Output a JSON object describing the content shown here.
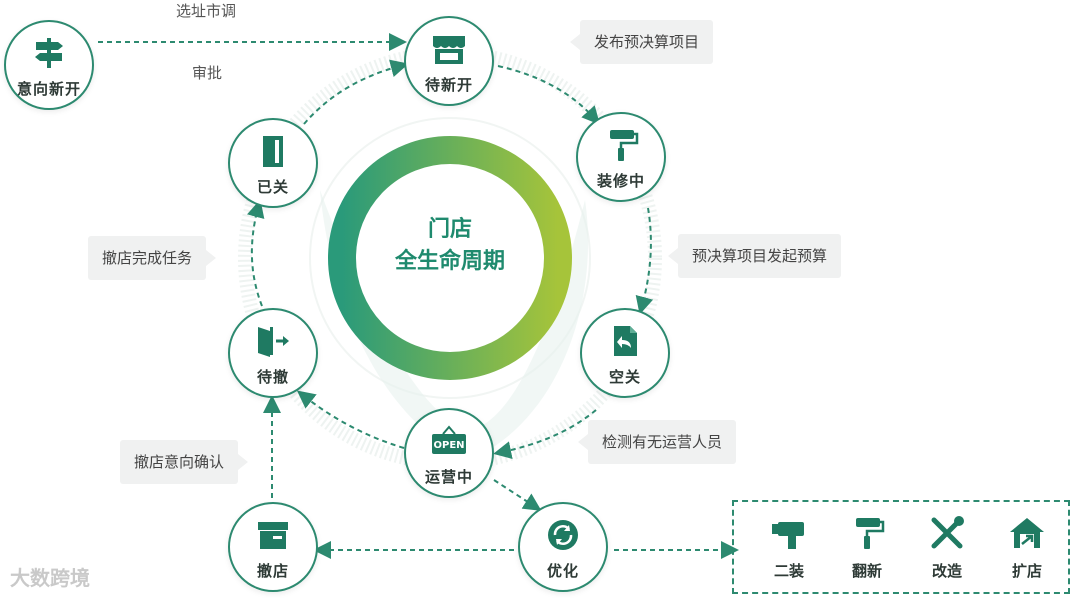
{
  "center": {
    "line1": "门店",
    "line2": "全生命周期"
  },
  "nodes": {
    "yixiang": "意向新开",
    "daixinkai": "待新开",
    "zhuangxiu": "装修中",
    "kongguan": "空关",
    "yunying": "运营中",
    "youhua": "优化",
    "chedian": "撤店",
    "daiche": "待撤",
    "yiguan": "已关"
  },
  "labels": {
    "xuanzhi": "选址市调",
    "shenpi": "审批",
    "fabu": "发布预决算项目",
    "yujuesuan": "预决算项目发起预算",
    "jiance": "检测有无运营人员",
    "chedian_task": "撤店完成任务",
    "chedian_confirm": "撤店意向确认"
  },
  "optimize": {
    "items": [
      "二装",
      "翻新",
      "改造",
      "扩店"
    ]
  },
  "icons": [
    "signpost-icon",
    "storefront-icon",
    "paint-roller-icon",
    "document-return-icon",
    "open-sign-icon",
    "refresh-icon",
    "box-icon",
    "exit-door-icon",
    "door-icon",
    "drill-icon",
    "roller-icon",
    "tools-icon",
    "house-icon"
  ],
  "colors": {
    "primary": "#1f8a6e",
    "ring_start": "#2a9a7a",
    "ring_end": "#a6c43a",
    "bubble": "#f0f1f1"
  },
  "watermark": "大数跨境"
}
